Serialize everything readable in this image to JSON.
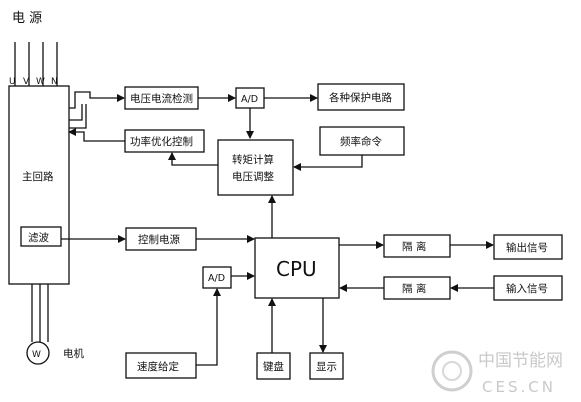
{
  "power_source": "电 源",
  "phases": [
    "U",
    "V",
    "W",
    "N"
  ],
  "main_circuit": "主回路",
  "filter": "滤波",
  "motor_symbol": "W",
  "motor_label": "电机",
  "voltage_current_detect": "电压电流检测",
  "ad_top": "A/D",
  "protection": "各种保护电路",
  "power_optimize": "功率优化控制",
  "torque_calc_line1": "转矩计算",
  "torque_calc_line2": "电压调整",
  "freq_command": "频率命令",
  "control_power": "控制电源",
  "cpu": "CPU",
  "isolation_out": "隔  离",
  "isolation_in": "隔  离",
  "output_signal": "输出信号",
  "input_signal": "输入信号",
  "ad_bottom": "A/D",
  "speed_setting": "速度给定",
  "keyboard": "键盘",
  "display": "显示",
  "watermark_cn": "中国节能网",
  "watermark_en": "CES.CN"
}
